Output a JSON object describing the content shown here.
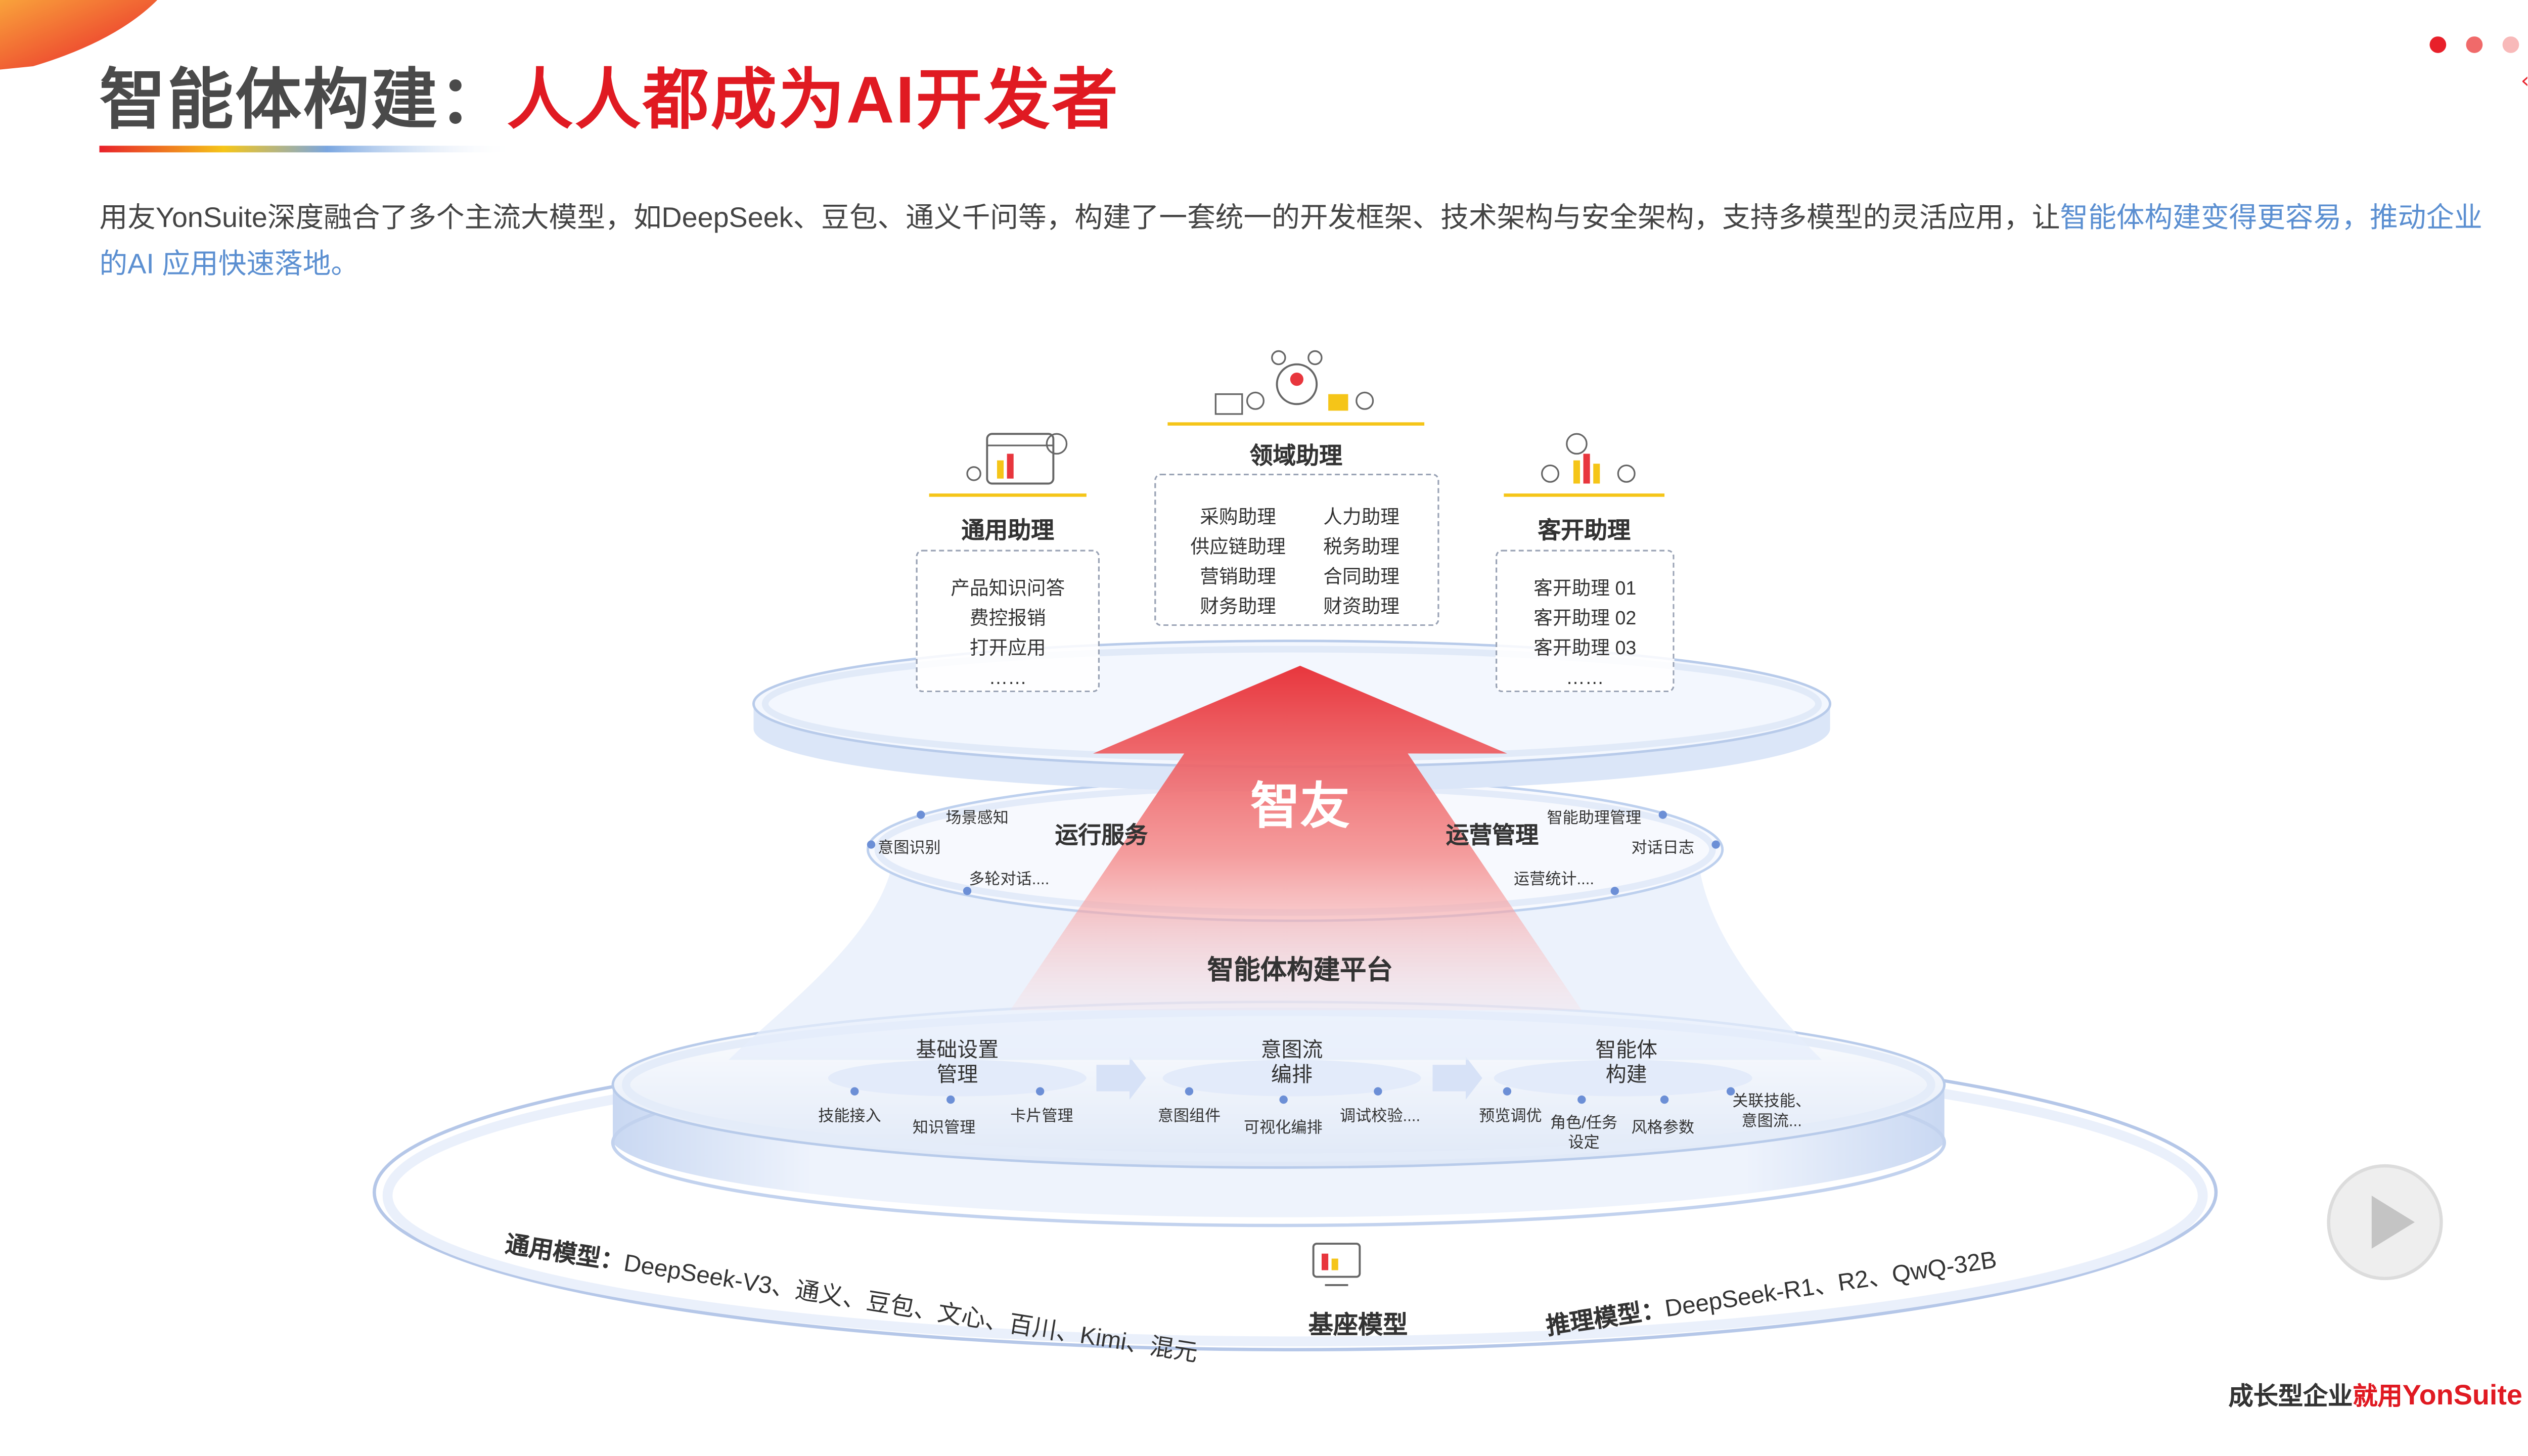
{
  "title": {
    "part1": "智能体构建：",
    "part2": "人人都成为AI开发者"
  },
  "intro": {
    "text": "用友YonSuite深度融合了多个主流大模型，如DeepSeek、豆包、通义千问等，构建了一套统一的开发框架、技术架构与安全架构，支持多模型的灵活应用，让",
    "highlight": "智能体构建变得更容易，推动企业的AI 应用快速落地。"
  },
  "top": {
    "general": {
      "title": "通用助理",
      "items": [
        "产品知识问答",
        "费控报销",
        "打开应用",
        "……"
      ]
    },
    "domain": {
      "title": "领域助理",
      "items_left": [
        "采购助理",
        "供应链助理",
        "营销助理",
        "财务助理"
      ],
      "items_right": [
        "人力助理",
        "税务助理",
        "合同助理",
        "财资助理"
      ]
    },
    "dev": {
      "title": "客开助理",
      "items": [
        "客开助理 01",
        "客开助理 02",
        "客开助理 03",
        "……"
      ]
    }
  },
  "arrow_label": "智友",
  "middle": {
    "run_service": {
      "title": "运行服务",
      "items": [
        "场景感知",
        "意图识别",
        "多轮对话...."
      ]
    },
    "ops_manage": {
      "title": "运营管理",
      "items": [
        "智能助理管理",
        "对话日志",
        "运营统计...."
      ]
    },
    "platform_title": "智能体构建平台"
  },
  "platform": {
    "groups": [
      {
        "title": "基础设置\n管理",
        "items": [
          "技能接入",
          "知识管理",
          "卡片管理"
        ]
      },
      {
        "title": "意图流\n编排",
        "items": [
          "意图组件",
          "可视化编排",
          "调试校验...."
        ]
      },
      {
        "title": "智能体\n构建",
        "items": [
          "预览调优",
          "角色/任务\n设定",
          "风格参数",
          "关联技能、\n意图流..."
        ]
      }
    ]
  },
  "base": {
    "title": "基座模型",
    "general_label": "通用模型：",
    "general_models": "DeepSeek-V3、通义、豆包、文心、百川、Kimi、混元",
    "reason_label": "推理模型：",
    "reason_models": "DeepSeek-R1、R2、QwQ-32B"
  },
  "footer": {
    "prefix": "成长型企业",
    "red": "就用",
    "brand": "YonSuite"
  },
  "colors": {
    "accent": "#e01a22",
    "highlight": "#5b8fd1",
    "gold": "#f5c518"
  }
}
